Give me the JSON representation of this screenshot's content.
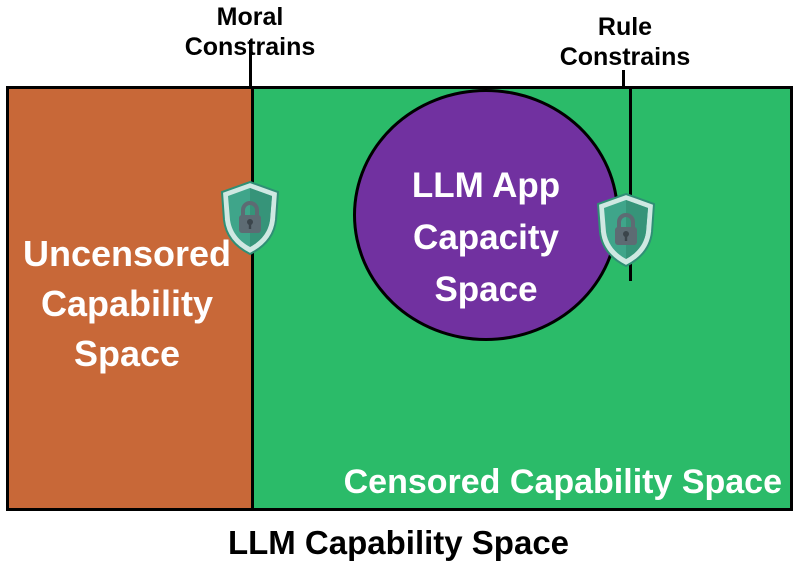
{
  "labels": {
    "moral_constraints": "Moral\nConstrains",
    "rule_constraints": "Rule\nConstrains",
    "uncensored": "Uncensored\nCapability\nSpace",
    "app_space": "LLM App\nCapacity\nSpace",
    "censored": "Censored Capability Space",
    "caption": "LLM Capability Space"
  },
  "icons": {
    "moral_shield": "shield-lock-icon",
    "rule_shield": "shield-lock-icon"
  },
  "colors": {
    "uncensored_fill": "#c86838",
    "censored_fill": "#2bbb69",
    "app_fill": "#7131a0",
    "shield_fill": "#3fa58a",
    "shield_rim": "#cfe8e2",
    "lock": "#5d6b73"
  }
}
